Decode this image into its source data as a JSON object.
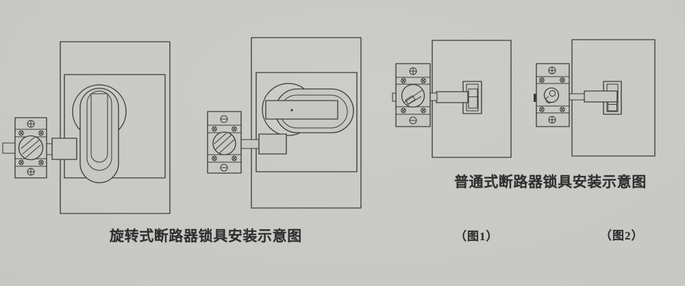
{
  "colors": {
    "paper_background": "#c7c8c4",
    "line": "#3a3a3a",
    "text": "#2e2e2e"
  },
  "captions": {
    "rotary": "旋转式断路器锁具安装示意图",
    "ordinary": "普通式断路器锁具安装示意图",
    "figure1": "（图1）",
    "figure2": "（图2）"
  }
}
